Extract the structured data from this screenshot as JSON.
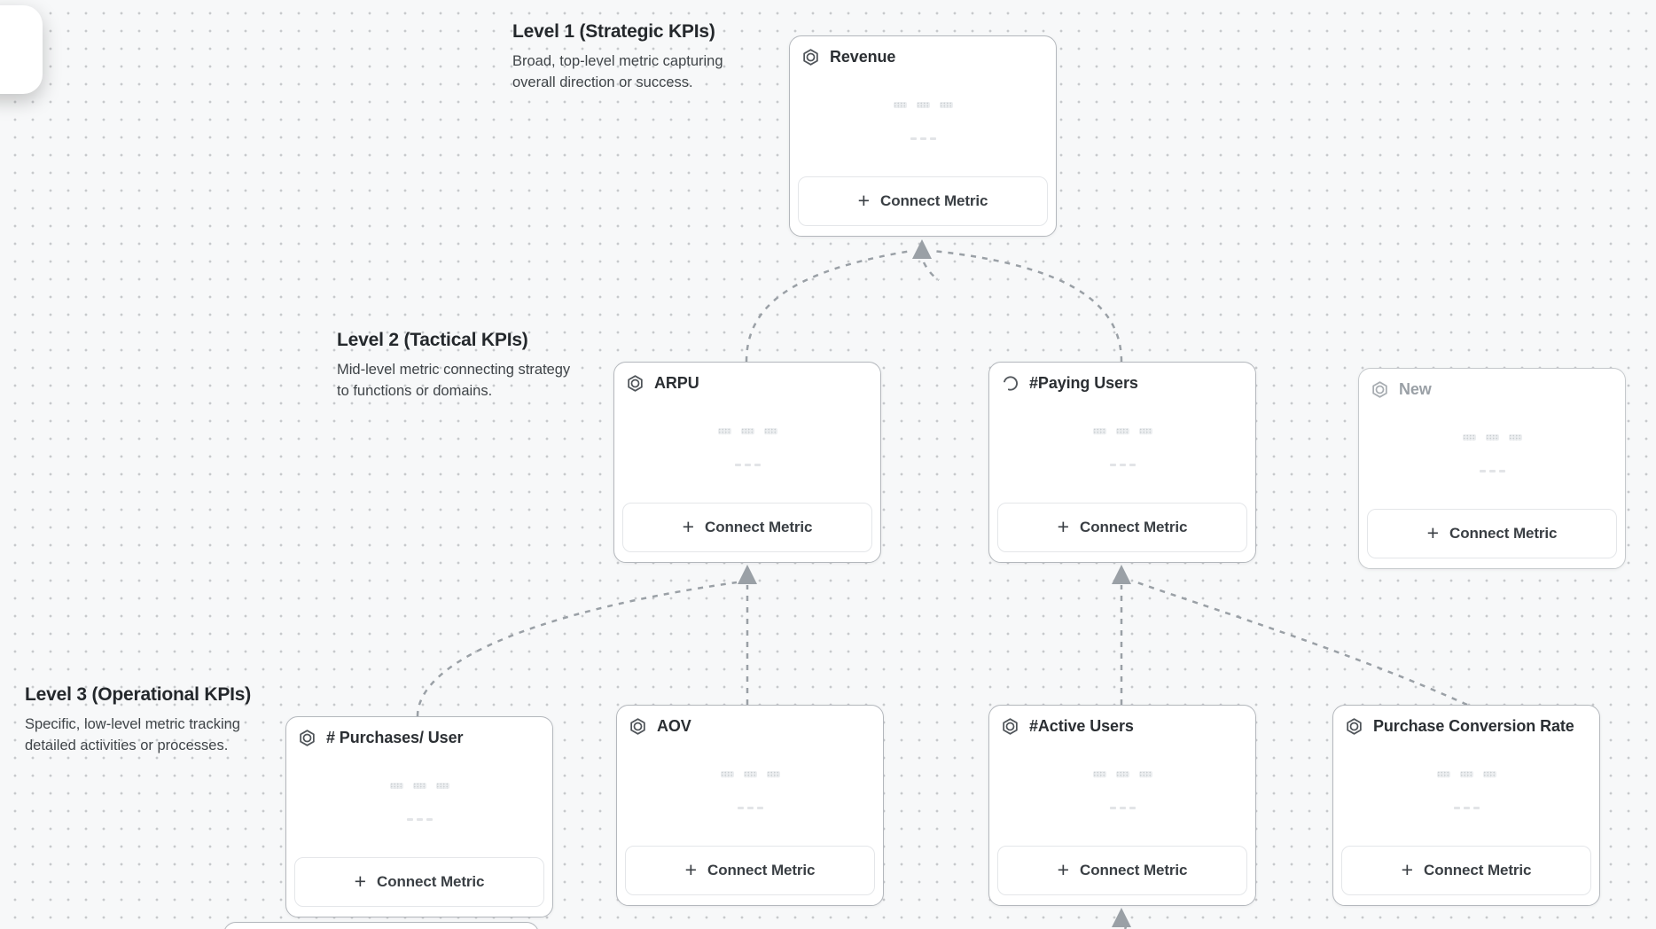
{
  "levels": {
    "level1": {
      "title": "Level 1 (Strategic KPIs)",
      "description": "Broad, top-level metric capturing overall direction or success."
    },
    "level2": {
      "title": "Level 2 (Tactical KPIs)",
      "description": "Mid-level metric connecting strategy to functions or domains."
    },
    "level3": {
      "title": "Level 3 (Operational KPIs)",
      "description": "Specific, low-level metric tracking detailed activities or processes."
    }
  },
  "cards": {
    "revenue": {
      "title": "Revenue",
      "icon": "hexagon-icon",
      "button_label": "Connect Metric"
    },
    "arpu": {
      "title": "ARPU",
      "icon": "hexagon-icon",
      "button_label": "Connect Metric"
    },
    "paying_users": {
      "title": "#Paying Users",
      "icon": "spinner-icon",
      "button_label": "Connect Metric"
    },
    "new": {
      "title": "New",
      "icon": "hexagon-icon",
      "button_label": "Connect Metric",
      "state": "draft"
    },
    "purchases_per_user": {
      "title": "# Purchases/ User",
      "icon": "hexagon-icon",
      "button_label": "Connect Metric"
    },
    "aov": {
      "title": "AOV",
      "icon": "hexagon-icon",
      "button_label": "Connect Metric"
    },
    "active_users": {
      "title": "#Active Users",
      "icon": "hexagon-icon",
      "button_label": "Connect Metric"
    },
    "purchase_conversion_rate": {
      "title": "Purchase Conversion Rate",
      "icon": "hexagon-icon",
      "button_label": "Connect Metric"
    }
  },
  "colors": {
    "canvas_bg": "#f7f8f9",
    "grid_dot": "#c7c9cc",
    "card_border": "#b4b8bd",
    "dashed_connector": "#9aa0a6",
    "title_text": "#2b2f33",
    "muted_text": "#9aa0a6"
  }
}
